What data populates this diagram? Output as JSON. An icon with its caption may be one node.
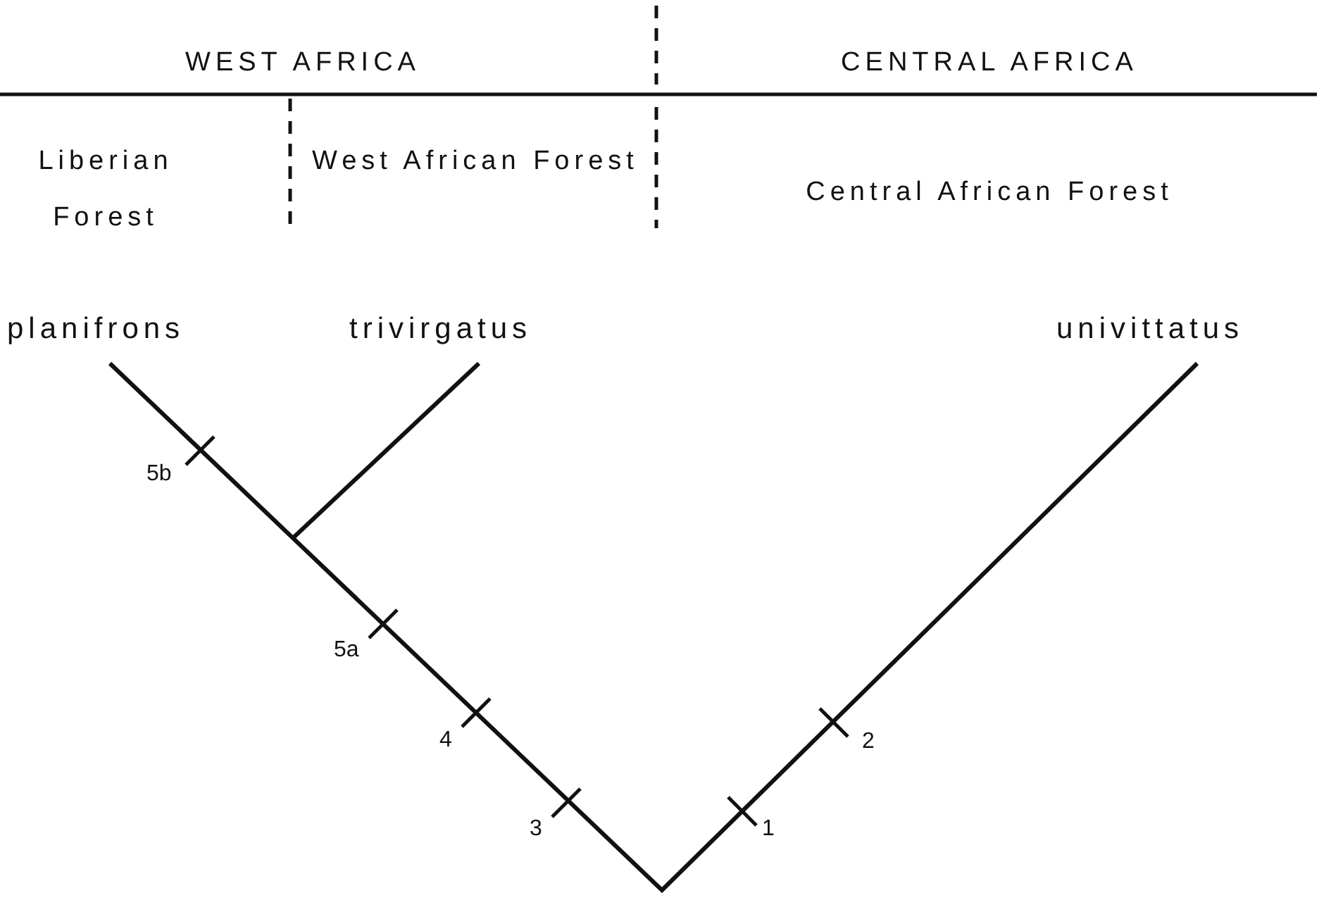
{
  "diagram": {
    "nodes": [
      {
        "text": [
          "planifrons"
        ]
      },
      {
        "text": [
          "trivirgatus"
        ]
      },
      {
        "text": [
          "univittatus"
        ]
      }
    ],
    "edges": [
      {
        "from": 0,
        "to": 2,
        "arrow": "none"
      },
      {
        "from": 1,
        "to": null,
        "arrow": "none"
      }
    ],
    "labels": [
      "WEST AFRICA",
      "CENTRAL AFRICA",
      "Liberian Forest",
      "West African Forest",
      "Central African Forest",
      "5b",
      "5a",
      "4",
      "3",
      "1",
      "2"
    ]
  }
}
